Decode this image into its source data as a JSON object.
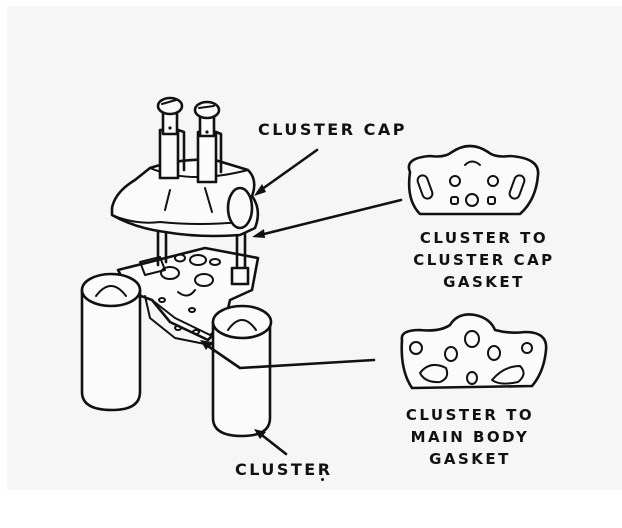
{
  "diagram": {
    "type": "exploded-parts-illustration",
    "style": "hand-drawn line art",
    "colors": {
      "ink": "#111111",
      "paper": "#f6f6f6",
      "border": "#ffffff"
    },
    "labels": {
      "cluster_cap": "CLUSTER CAP",
      "cluster_to_cap_gasket": [
        "CLUSTER TO",
        "CLUSTER CAP",
        "GASKET"
      ],
      "cluster_to_main_body_gasket": [
        "CLUSTER TO",
        "MAIN BODY",
        "GASKET"
      ],
      "cluster": "CLUSTER"
    },
    "parts": [
      {
        "id": "cluster-cap",
        "description": "Cap with two vertical tubes topped by slotted screws"
      },
      {
        "id": "cluster-to-cluster-cap-gasket",
        "description": "Crown-shaped gasket with slotted and round holes"
      },
      {
        "id": "cluster-to-main-body-gasket",
        "description": "Scalloped gasket with round and teardrop holes"
      },
      {
        "id": "cluster",
        "description": "Body with plate and two cylindrical wells"
      }
    ]
  }
}
